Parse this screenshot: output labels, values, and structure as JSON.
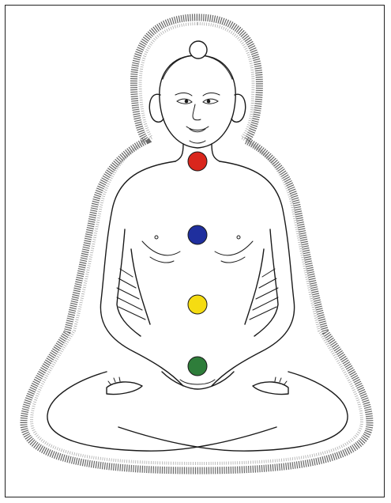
{
  "figure": {
    "subject": "seated-meditating-figure",
    "aura": "hatched-outline"
  },
  "chakras": [
    {
      "id": "crown",
      "color": "#ffffff"
    },
    {
      "id": "throat",
      "color": "#d9261c"
    },
    {
      "id": "heart",
      "color": "#1f2f9e"
    },
    {
      "id": "navel",
      "color": "#f5dc12"
    },
    {
      "id": "sacral",
      "color": "#2e7d3a"
    }
  ]
}
